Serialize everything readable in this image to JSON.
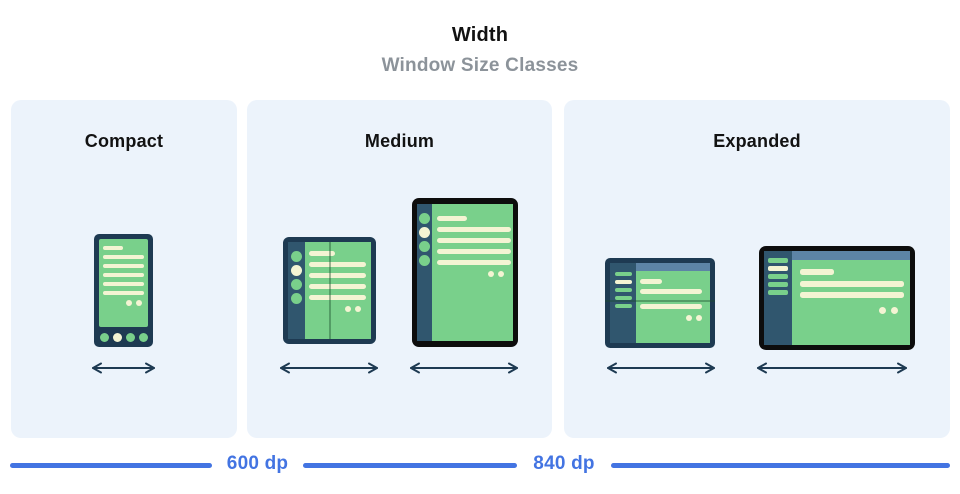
{
  "header": {
    "title": "Width",
    "subtitle": "Window Size Classes"
  },
  "size_classes": [
    {
      "label": "Compact",
      "devices": [
        "phone-portrait"
      ]
    },
    {
      "label": "Medium",
      "devices": [
        "foldable-open-portrait",
        "tablet-portrait"
      ]
    },
    {
      "label": "Expanded",
      "devices": [
        "foldable-open-landscape",
        "tablet-landscape"
      ]
    }
  ],
  "breakpoints": {
    "first_label": "600 dp",
    "second_label": "840 dp"
  },
  "colors": {
    "accent_blue": "#4374E2",
    "panel_background": "#ECF3FB",
    "device_frame_navy": "#1E3A52",
    "device_frame_black": "#0D0D0D",
    "nav_rail_teal": "#30566E",
    "screen_green": "#79D08B",
    "content_cream": "#F4F4D3",
    "top_bar_blue_gray": "#5D84A6",
    "subtitle_gray": "#8C939A"
  }
}
